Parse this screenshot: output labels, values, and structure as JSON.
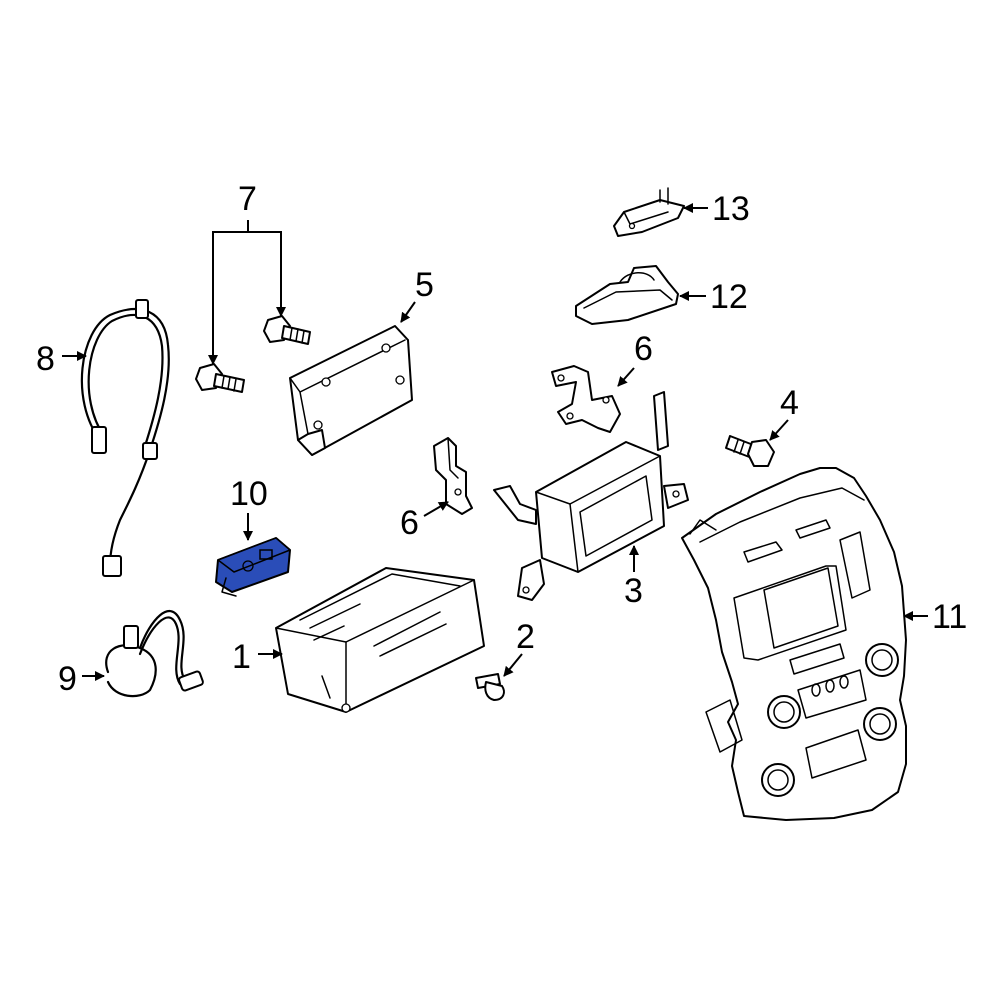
{
  "diagram": {
    "highlight_color": "#2a4db8",
    "highlighted_part": "10",
    "callouts": {
      "c1": "1",
      "c2": "2",
      "c3": "3",
      "c4": "4",
      "c5": "5",
      "c6a": "6",
      "c6b": "6",
      "c7": "7",
      "c8": "8",
      "c9": "9",
      "c10": "10",
      "c11": "11",
      "c12": "12",
      "c13": "13"
    }
  }
}
